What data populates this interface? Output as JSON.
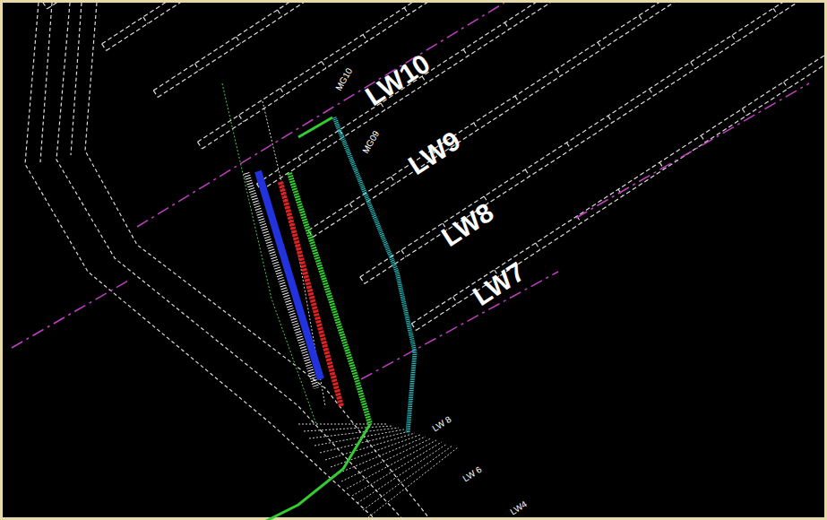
{
  "diagram": {
    "labels": [
      "LW10",
      "LW9",
      "LW8",
      "LW7",
      "MG10",
      "MG09",
      "LW 8",
      "LW 6",
      "LW4"
    ]
  }
}
